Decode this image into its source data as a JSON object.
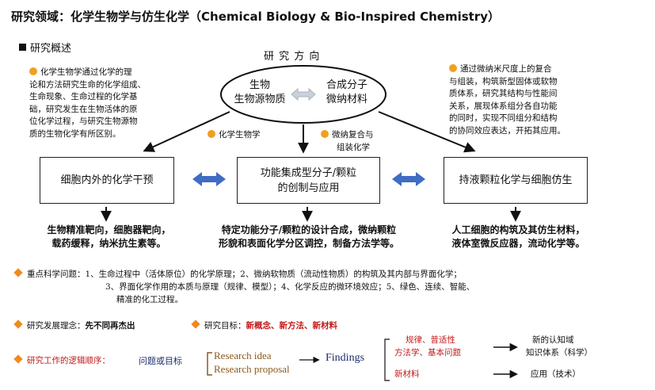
{
  "header": {
    "title": "研究领域：化学生物学与仿生化学（Chemical Biology & Bio-Inspired Chemistry）",
    "overview": "研究概述"
  },
  "direction": {
    "title": "研 究 方 向",
    "left": [
      "生物",
      "生物源物质"
    ],
    "right": [
      "合成分子",
      "微纳材料"
    ]
  },
  "notes": {
    "left": [
      "化学生物学通过化学的理",
      "论和方法研究生命的化学组成、",
      "生命现象、生命过程的化学基",
      "础，研究发生在生物活体的原",
      "位化学过程，与研究生物源物",
      "质的生物化学有所区别。"
    ],
    "right": [
      "通过微纳米尺度上的复合",
      "与组装，构筑新型固体或软物",
      "质体系，研究其结构与性能间",
      "关系，展现体系组分各自功能",
      "的同时，实现不同组分和结构",
      "的协同效应表达，开拓其应用。"
    ]
  },
  "labels": {
    "chem_bio": "化学生物学",
    "micro_nano": [
      "微纳复合与",
      "组装化学"
    ]
  },
  "boxes": {
    "left": "细胞内外的化学干预",
    "center": [
      "功能集成型分子/颗粒",
      "的创制与应用"
    ],
    "right": "持液颗粒化学与细胞仿生"
  },
  "outcomes": {
    "left": [
      "生物精准靶向，细胞器靶向，",
      "载药缓释，纳米抗生素等。"
    ],
    "center": [
      "特定功能分子/颗粒的设计合成，微纳颗粒",
      "形貌和表面化学分区调控，制备方法学等。"
    ],
    "right": [
      "人工细胞的构筑及其仿生材料，",
      "液体室微反应器，流动化学等。"
    ]
  },
  "key_issues": {
    "label": "重点科学问题：",
    "lines": [
      "1、生命过程中（活体原位）的化学原理；2、微纳软物质（流动性物质）的构筑及其内部与界面化学；",
      "3、界面化学作用的本质与原理（规律、模型）；4、化学反应的微环境效应；5、绿色、连续、智能、",
      "精准的化工过程。"
    ]
  },
  "concept": {
    "label": "研究发展理念：",
    "value": "先不同再杰出",
    "goal_label": "研究目标：",
    "goal_value": "新概念、新方法、新材料"
  },
  "logic": {
    "label": "研究工作的逻辑顺序：",
    "problem": "问题或目标",
    "research_idea": "Research idea",
    "research_proposal": "Research proposal",
    "findings": "Findings",
    "branch1": [
      "规律、普适性",
      "方法学、基本问题"
    ],
    "branch2": "新材料",
    "result1": [
      "新的认知域",
      "知识体系（科学）"
    ],
    "result2": "应用（技术）"
  },
  "colors": {
    "accent_orange": "#f0a020",
    "diamond_orange": "#f08a1c",
    "arrow_blue": "#3f6cc4",
    "gray_arrow": "#b8c2cc",
    "red_text": "#c21a1a",
    "brown_text": "#8a5a1e",
    "navy_text": "#1a2c6b"
  }
}
